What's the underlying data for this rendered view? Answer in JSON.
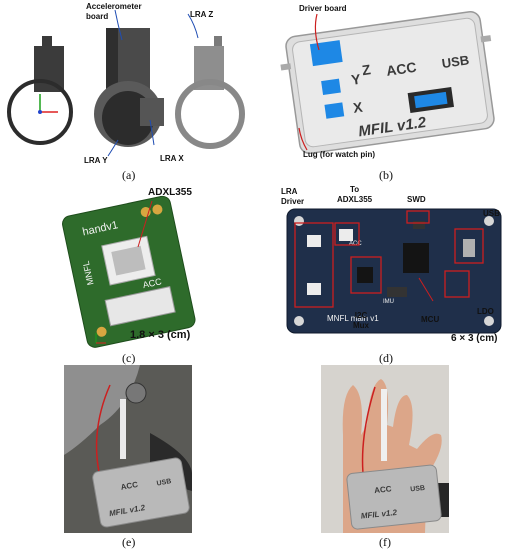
{
  "panels": {
    "a": {
      "caption": "(a)",
      "labels": {
        "accelerometer": "Accelerometer\nboard",
        "lra_z": "LRA Z",
        "lra_y": "LRA Y",
        "lra_x": "LRA X"
      }
    },
    "b": {
      "caption": "(b)",
      "labels": {
        "driver_board": "Driver board",
        "lug": "Lug (for watch pin)"
      },
      "case_text": {
        "y": "Y",
        "z": "Z",
        "acc": "ACC",
        "usb": "USB",
        "x": "X",
        "title": "MFIL v1.2"
      }
    },
    "c": {
      "caption": "(c)",
      "labels": {
        "chip": "ADXL355",
        "size": "1.8 × 3 (cm)"
      },
      "pcb_text": {
        "name": "handv1",
        "brand": "MNFL",
        "acc": "ACC"
      }
    },
    "d": {
      "caption": "(d)",
      "labels": {
        "lra_driver": "LRA\nDriver",
        "to_adxl": "To\nADXL355",
        "swd": "SWD",
        "usb": "USB",
        "i2c": "I2C\nMux",
        "mcu": "MCU",
        "ldo": "LDO",
        "size": "6 × 3 (cm)"
      },
      "pcb_text": {
        "name": "MNFL main v1",
        "acc": "ACC",
        "imu": "IMU"
      }
    },
    "e": {
      "caption": "(e)",
      "case_text": {
        "acc": "ACC",
        "usb": "USB",
        "title": "MFIL v1.2"
      }
    },
    "f": {
      "caption": "(f)",
      "case_text": {
        "acc": "ACC",
        "usb": "USB",
        "title": "MFIL v1.2"
      }
    }
  },
  "colors": {
    "case_gray": "#c9c9c9",
    "pcb_green": "#2e6b2b",
    "pcb_navy": "#1f2f4a",
    "annotation_red": "#cc1f1f",
    "arrow_blue": "#1f4db3"
  }
}
